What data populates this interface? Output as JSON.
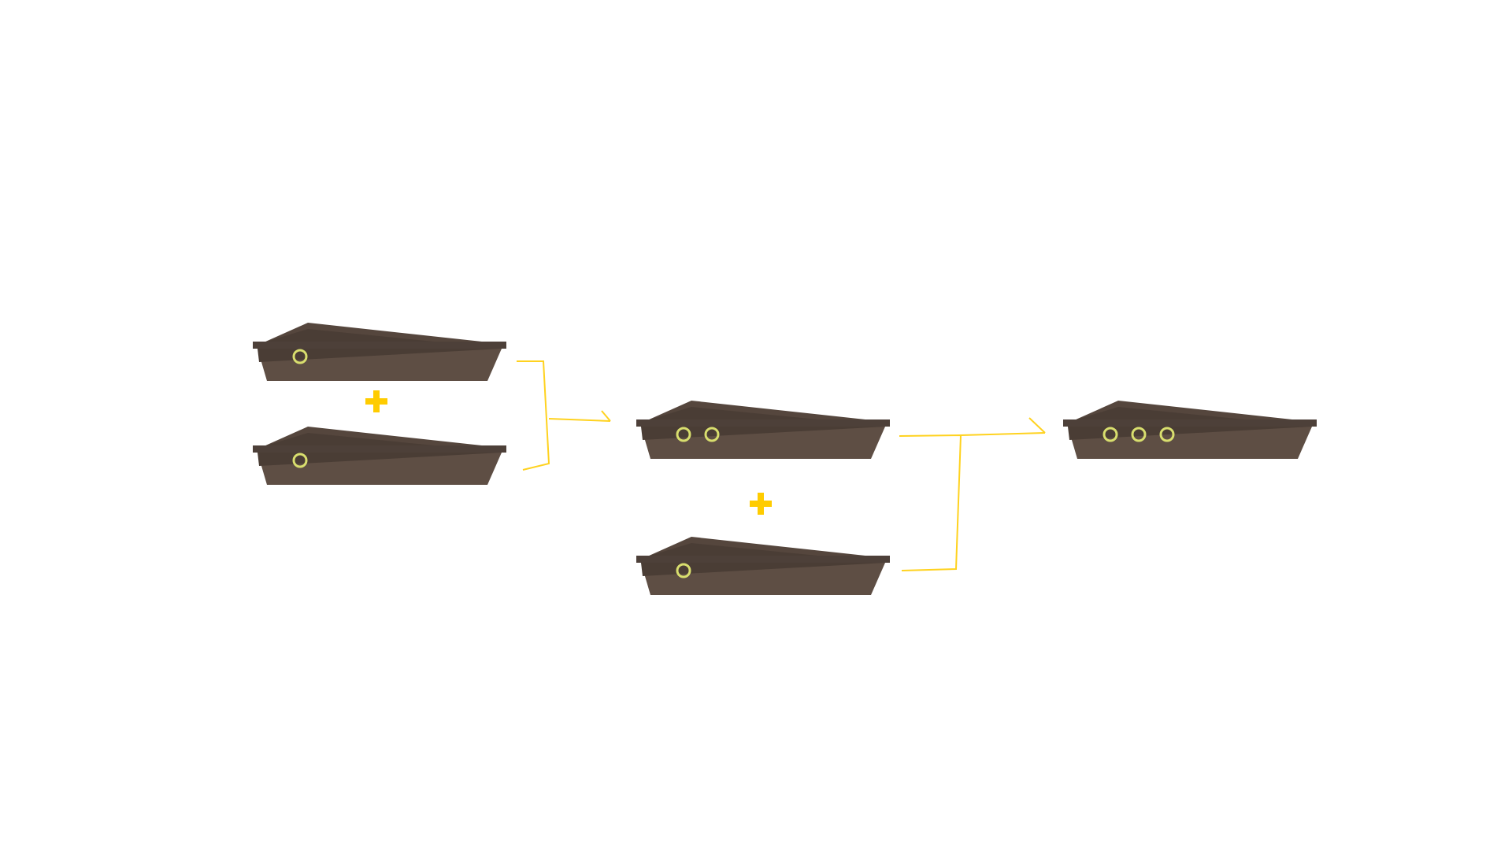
{
  "colors": {
    "background": "#ffffff",
    "hull": "#5e4e44",
    "hull_dark": "#4a3d35",
    "deck": "#4d4039",
    "cabin": "#55463d",
    "cabin_shadow": "#3f332d",
    "porthole": "#d8de6e",
    "plus": "#ffcc00",
    "connector": "#ffd21f"
  },
  "ships": [
    {
      "id": "ship-top-left",
      "portholes": 1
    },
    {
      "id": "ship-bottom-left",
      "portholes": 1
    },
    {
      "id": "ship-merged-two",
      "portholes": 2
    },
    {
      "id": "ship-single-middle",
      "portholes": 1
    },
    {
      "id": "ship-merged-three",
      "portholes": 3
    }
  ],
  "operators": [
    {
      "id": "plus-left",
      "symbol": "plus-icon"
    },
    {
      "id": "plus-middle",
      "symbol": "plus-icon"
    }
  ]
}
